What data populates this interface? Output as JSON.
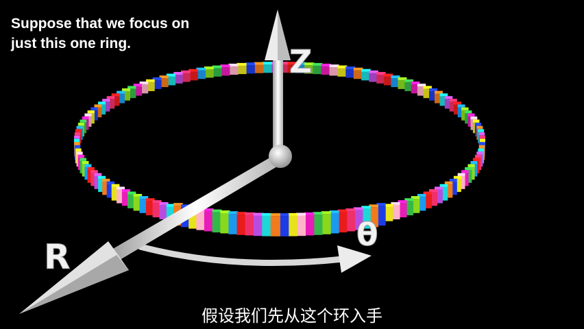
{
  "caption": {
    "line1": "Suppose that we focus on",
    "line2": "just this one ring."
  },
  "subtitle": "假设我们先从这个环入手",
  "axes": {
    "z_label": "Z",
    "r_label": "R",
    "theta_label": "θ"
  },
  "ring": {
    "palette": [
      "#e8e21c",
      "#f0306a",
      "#1a9aef",
      "#34b84a",
      "#f07a1c",
      "#b84ce0",
      "#e81c1c",
      "#ffb3c8",
      "#1c3ce8",
      "#1cd8d8",
      "#8ad81c",
      "#e81cb8"
    ]
  }
}
